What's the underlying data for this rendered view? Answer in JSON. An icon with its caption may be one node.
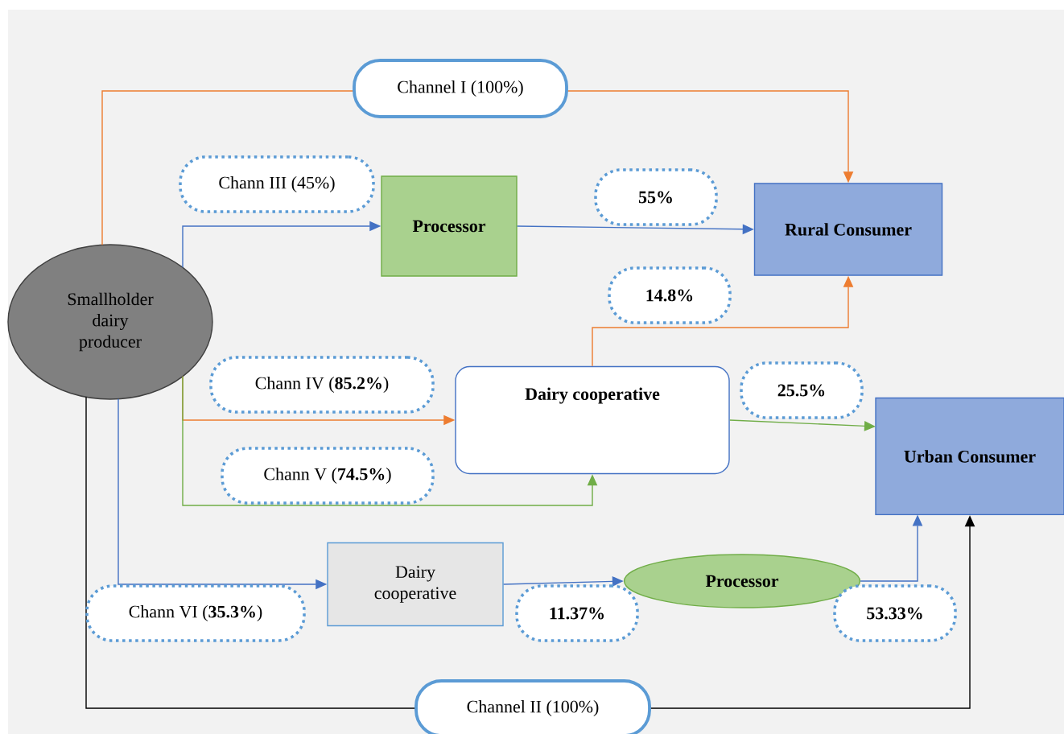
{
  "diagram": {
    "nodes": [
      {
        "text": [
          "Smallholder dairy producer"
        ]
      },
      {
        "text": [
          "Processor"
        ]
      },
      {
        "text": [
          "Rural Consumer"
        ]
      },
      {
        "text": [
          "Dairy cooperative"
        ]
      },
      {
        "text": [
          "Urban Consumer"
        ]
      },
      {
        "text": [
          "Dairy cooperative"
        ]
      },
      {
        "text": [
          "Processor"
        ]
      }
    ],
    "edges": [
      {
        "from": 0,
        "to": 2,
        "arrow": "to",
        "label": "Channel I (100%)",
        "color": "#ed7d31"
      },
      {
        "from": 0,
        "to": 1,
        "arrow": "to",
        "label": "Chann III (45%)",
        "color": "#4472c4"
      },
      {
        "from": 1,
        "to": 2,
        "arrow": "to",
        "label": "55%",
        "color": "#4472c4"
      },
      {
        "from": 3,
        "to": 2,
        "arrow": "to",
        "label": "14.8%",
        "color": "#ed7d31"
      },
      {
        "from": 0,
        "to": 3,
        "arrow": "to",
        "label": "Chann IV (**85.2%**)",
        "color": "#ed7d31"
      },
      {
        "from": 3,
        "to": 4,
        "arrow": "to",
        "label": "25.5%",
        "color": "#70ad47"
      },
      {
        "from": 0,
        "to": 3,
        "arrow": "to",
        "label": "Chann V (**74.5%**)",
        "color": "#70ad47"
      },
      {
        "from": 0,
        "to": 5,
        "arrow": "to",
        "label": "Chann VI (**35.3%**)",
        "color": "#4472c4"
      },
      {
        "from": 5,
        "to": 6,
        "arrow": "to",
        "label": "11.37%",
        "color": "#4472c4"
      },
      {
        "from": 6,
        "to": 4,
        "arrow": "to",
        "label": "53.33%",
        "color": "#4472c4"
      },
      {
        "from": 0,
        "to": 4,
        "arrow": "to",
        "label": "Channel II (100%)",
        "color": "#000000"
      }
    ]
  }
}
